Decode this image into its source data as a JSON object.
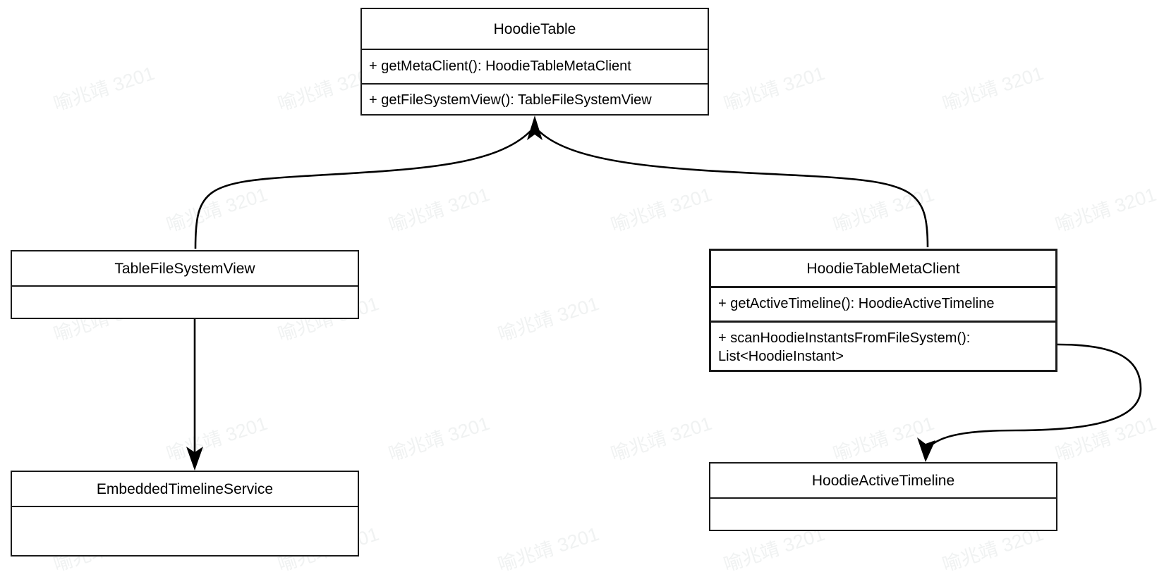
{
  "diagram": {
    "type": "uml-class-diagram",
    "background_color": "#ffffff",
    "line_color": "#1a1a1a",
    "watermark": {
      "text": "喻兆靖 3201",
      "color": "#f0f2f2",
      "rotation_deg": -18
    },
    "classes": [
      {
        "id": "hoodietable",
        "name": "HoodieTable",
        "compartments": [
          "+ getMetaClient(): HoodieTableMetaClient",
          "+ getFileSystemView(): TableFileSystemView"
        ]
      },
      {
        "id": "tablefilesystemview",
        "name": "TableFileSystemView",
        "compartments": [
          ""
        ]
      },
      {
        "id": "hoodietablemetaclient",
        "name": "HoodieTableMetaClient",
        "compartments": [
          "+ getActiveTimeline(): HoodieActiveTimeline",
          "+ scanHoodieInstantsFromFileSystem():\nList<HoodieInstant>"
        ]
      },
      {
        "id": "embeddedtimelineservice",
        "name": "EmbeddedTimelineService",
        "compartments": [
          ""
        ]
      },
      {
        "id": "hoodieactivetimeline",
        "name": "HoodieActiveTimeline",
        "compartments": [
          ""
        ]
      }
    ],
    "edges": [
      {
        "id": "edge-tablefilesystemview-to-hoodietable",
        "from": "tablefilesystemview",
        "to": "hoodietable",
        "style": "curved",
        "arrowhead": "filled-triangle",
        "arrow_at": "to"
      },
      {
        "id": "edge-hoodietablemetaclient-to-hoodietable",
        "from": "hoodietablemetaclient",
        "to": "hoodietable",
        "style": "curved",
        "arrowhead": "filled-triangle",
        "arrow_at": "to"
      },
      {
        "id": "edge-tablefilesystemview-to-embeddedtimelineservice",
        "from": "tablefilesystemview",
        "to": "embeddedtimelineservice",
        "style": "straight",
        "arrowhead": "filled-triangle",
        "arrow_at": "to"
      },
      {
        "id": "edge-hoodietablemetaclient-to-hoodieactivetimeline",
        "from": "hoodietablemetaclient",
        "to": "hoodieactivetimeline",
        "style": "curved-loop",
        "arrowhead": "filled-triangle",
        "arrow_at": "to"
      }
    ]
  }
}
